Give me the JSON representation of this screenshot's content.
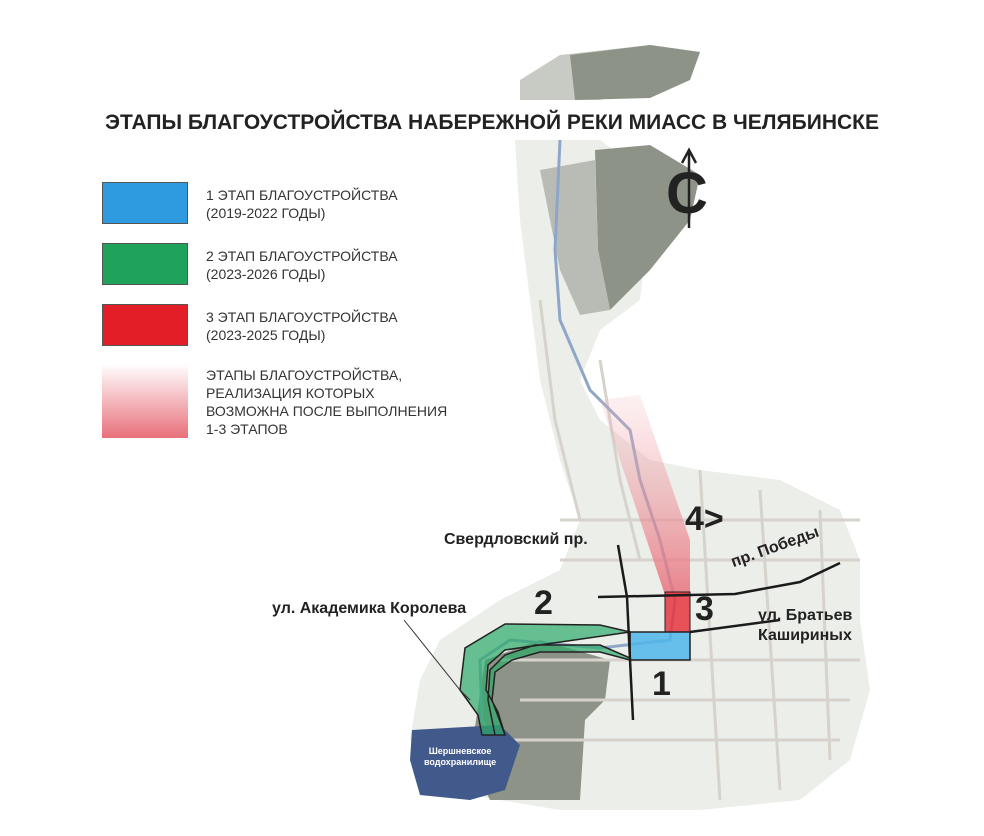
{
  "title": "ЭТАПЫ БЛАГОУСТРОЙСТВА НАБЕРЕЖНОЙ РЕКИ МИАСС В ЧЕЛЯБИНСКЕ",
  "north_label": "С",
  "legend": [
    {
      "line1": "1 ЭТАП БЛАГОУСТРОЙСТВА",
      "line2": "(2019-2022 ГОДЫ)",
      "color": "#2e9be0"
    },
    {
      "line1": "2 ЭТАП БЛАГОУСТРОЙСТВА",
      "line2": "(2023-2026 ГОДЫ)",
      "color": "#1fa35a"
    },
    {
      "line1": "3 ЭТАП БЛАГОУСТРОЙСТВА",
      "line2": "(2023-2025 ГОДЫ)",
      "color": "#e31e26"
    },
    {
      "line1": "ЭТАПЫ БЛАГОУСТРОЙСТВА,",
      "line2": "РЕАЛИЗАЦИЯ КОТОРЫХ",
      "line3": "ВОЗМОЖНА ПОСЛЕ ВЫПОЛНЕНИЯ",
      "line4": "1-3 ЭТАПОВ",
      "color": "#e8707a"
    }
  ],
  "map": {
    "stage_numbers": {
      "s1": "1",
      "s2": "2",
      "s3": "3",
      "s4": "4>"
    },
    "streets": {
      "sverdlovsky": "Свердловский пр.",
      "pobedy": "пр. Победы",
      "bratiev1": "ул. Братьев",
      "bratiev2": "Кашириных",
      "koroleva": "ул. Академика Королева"
    },
    "reservoir1": "Шершневское",
    "reservoir2": "водохранилище"
  }
}
